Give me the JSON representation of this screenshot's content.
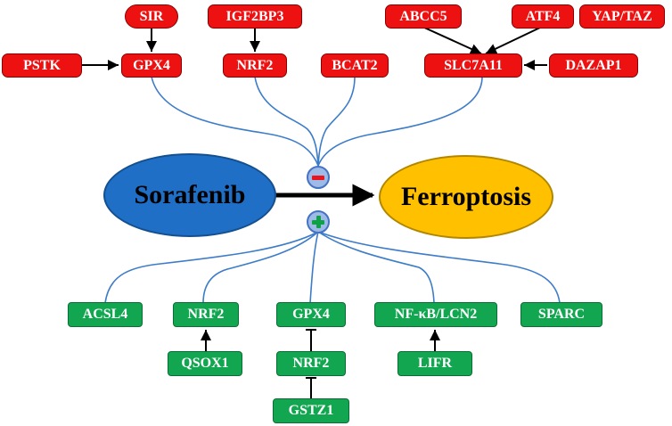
{
  "central": {
    "drug": "Sorafenib",
    "outcome": "Ferroptosis"
  },
  "inhibitors": {
    "sir": "SIR",
    "igf2bp3": "IGF2BP3",
    "abcc5": "ABCC5",
    "atf4": "ATF4",
    "yap_taz": "YAP/TAZ",
    "pstk": "PSTK",
    "gpx4": "GPX4",
    "nrf2": "NRF2",
    "bcat2": "BCAT2",
    "slc7a11": "SLC7A11",
    "dazap1": "DAZAP1"
  },
  "promoters": {
    "acsl4": "ACSL4",
    "nrf2": "NRF2",
    "gpx4": "GPX4",
    "nfkb_lcn2": "NF-κB/LCN2",
    "sparc": "SPARC",
    "qsox1": "QSOX1",
    "nrf2_lower": "NRF2",
    "lifr": "LIFR",
    "gstz1": "GSTZ1"
  },
  "colors": {
    "inhibitor": "#ee1111",
    "promoter": "#12a650",
    "sorafenib": "#1f6fc6",
    "ferroptosis": "#ffc000",
    "link": "#3d7cc9"
  }
}
